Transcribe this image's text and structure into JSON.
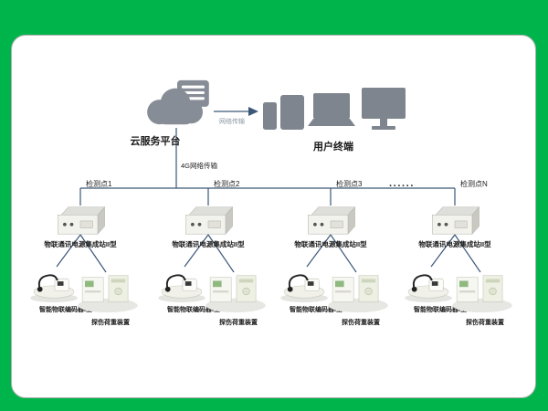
{
  "cloud": {
    "label": "云服务平台"
  },
  "network": {
    "transmission_label": "网络传输",
    "g4_label": "4G网络传输"
  },
  "terminals": {
    "label": "用户终端"
  },
  "ellipsis": "······",
  "detection_points": [
    {
      "name": "检测点1",
      "station_label": "物联通讯电源集成站II型",
      "encoder_label": "智能物联编码器I型",
      "load_label": "探伤荷重装置"
    },
    {
      "name": "检测点2",
      "station_label": "物联通讯电源集成站II型",
      "encoder_label": "智能物联编码器I型",
      "load_label": "探伤荷重装置"
    },
    {
      "name": "检测点3",
      "station_label": "物联通讯电源集成站II型",
      "encoder_label": "智能物联编码器I型",
      "load_label": "探伤荷重装置"
    },
    {
      "name": "检测点N",
      "station_label": "物联通讯电源集成站II型",
      "encoder_label": "智能物联编码器I型",
      "load_label": "探伤荷重装置"
    }
  ],
  "colors": {
    "background": "#00b44c",
    "panel": "#ffffff",
    "connector": "#3b5878",
    "icon_gray": "#7e858f"
  }
}
